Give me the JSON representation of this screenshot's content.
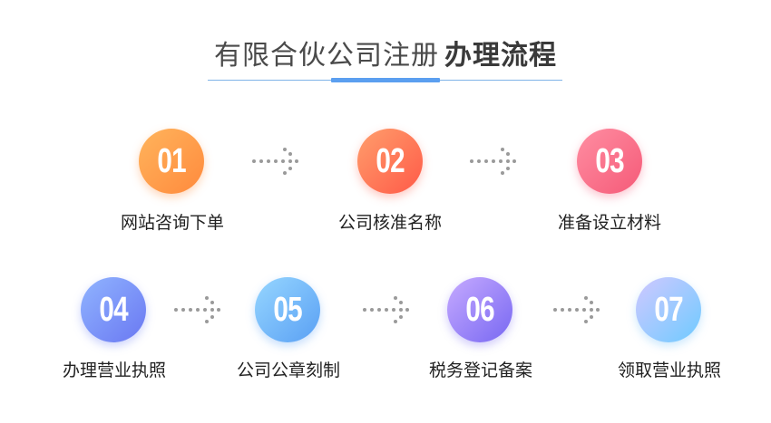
{
  "header": {
    "title_light": "有限合伙公司注册",
    "title_bold": "办理流程",
    "accent_color": "#5b9ff0"
  },
  "steps": [
    {
      "number": "01",
      "label": "网站咨询下单",
      "gradient": [
        "#ffb25a",
        "#ff8a3d"
      ]
    },
    {
      "number": "02",
      "label": "公司核准名称",
      "gradient": [
        "#ff9a6a",
        "#ff5a4a"
      ]
    },
    {
      "number": "03",
      "label": "准备设立材料",
      "gradient": [
        "#ff8aa0",
        "#f75a78"
      ]
    },
    {
      "number": "04",
      "label": "办理营业执照",
      "gradient": [
        "#8db0ff",
        "#6a7cf5"
      ]
    },
    {
      "number": "05",
      "label": "公司公章刻制",
      "gradient": [
        "#8fd0ff",
        "#5aa2f5"
      ]
    },
    {
      "number": "06",
      "label": "税务登记备案",
      "gradient": [
        "#c2a8ff",
        "#7a6cf5"
      ]
    },
    {
      "number": "07",
      "label": "领取营业执照",
      "gradient": [
        "#c9c9ff",
        "#72cbff"
      ]
    }
  ],
  "arrow_icon": "dotted-arrow-right"
}
